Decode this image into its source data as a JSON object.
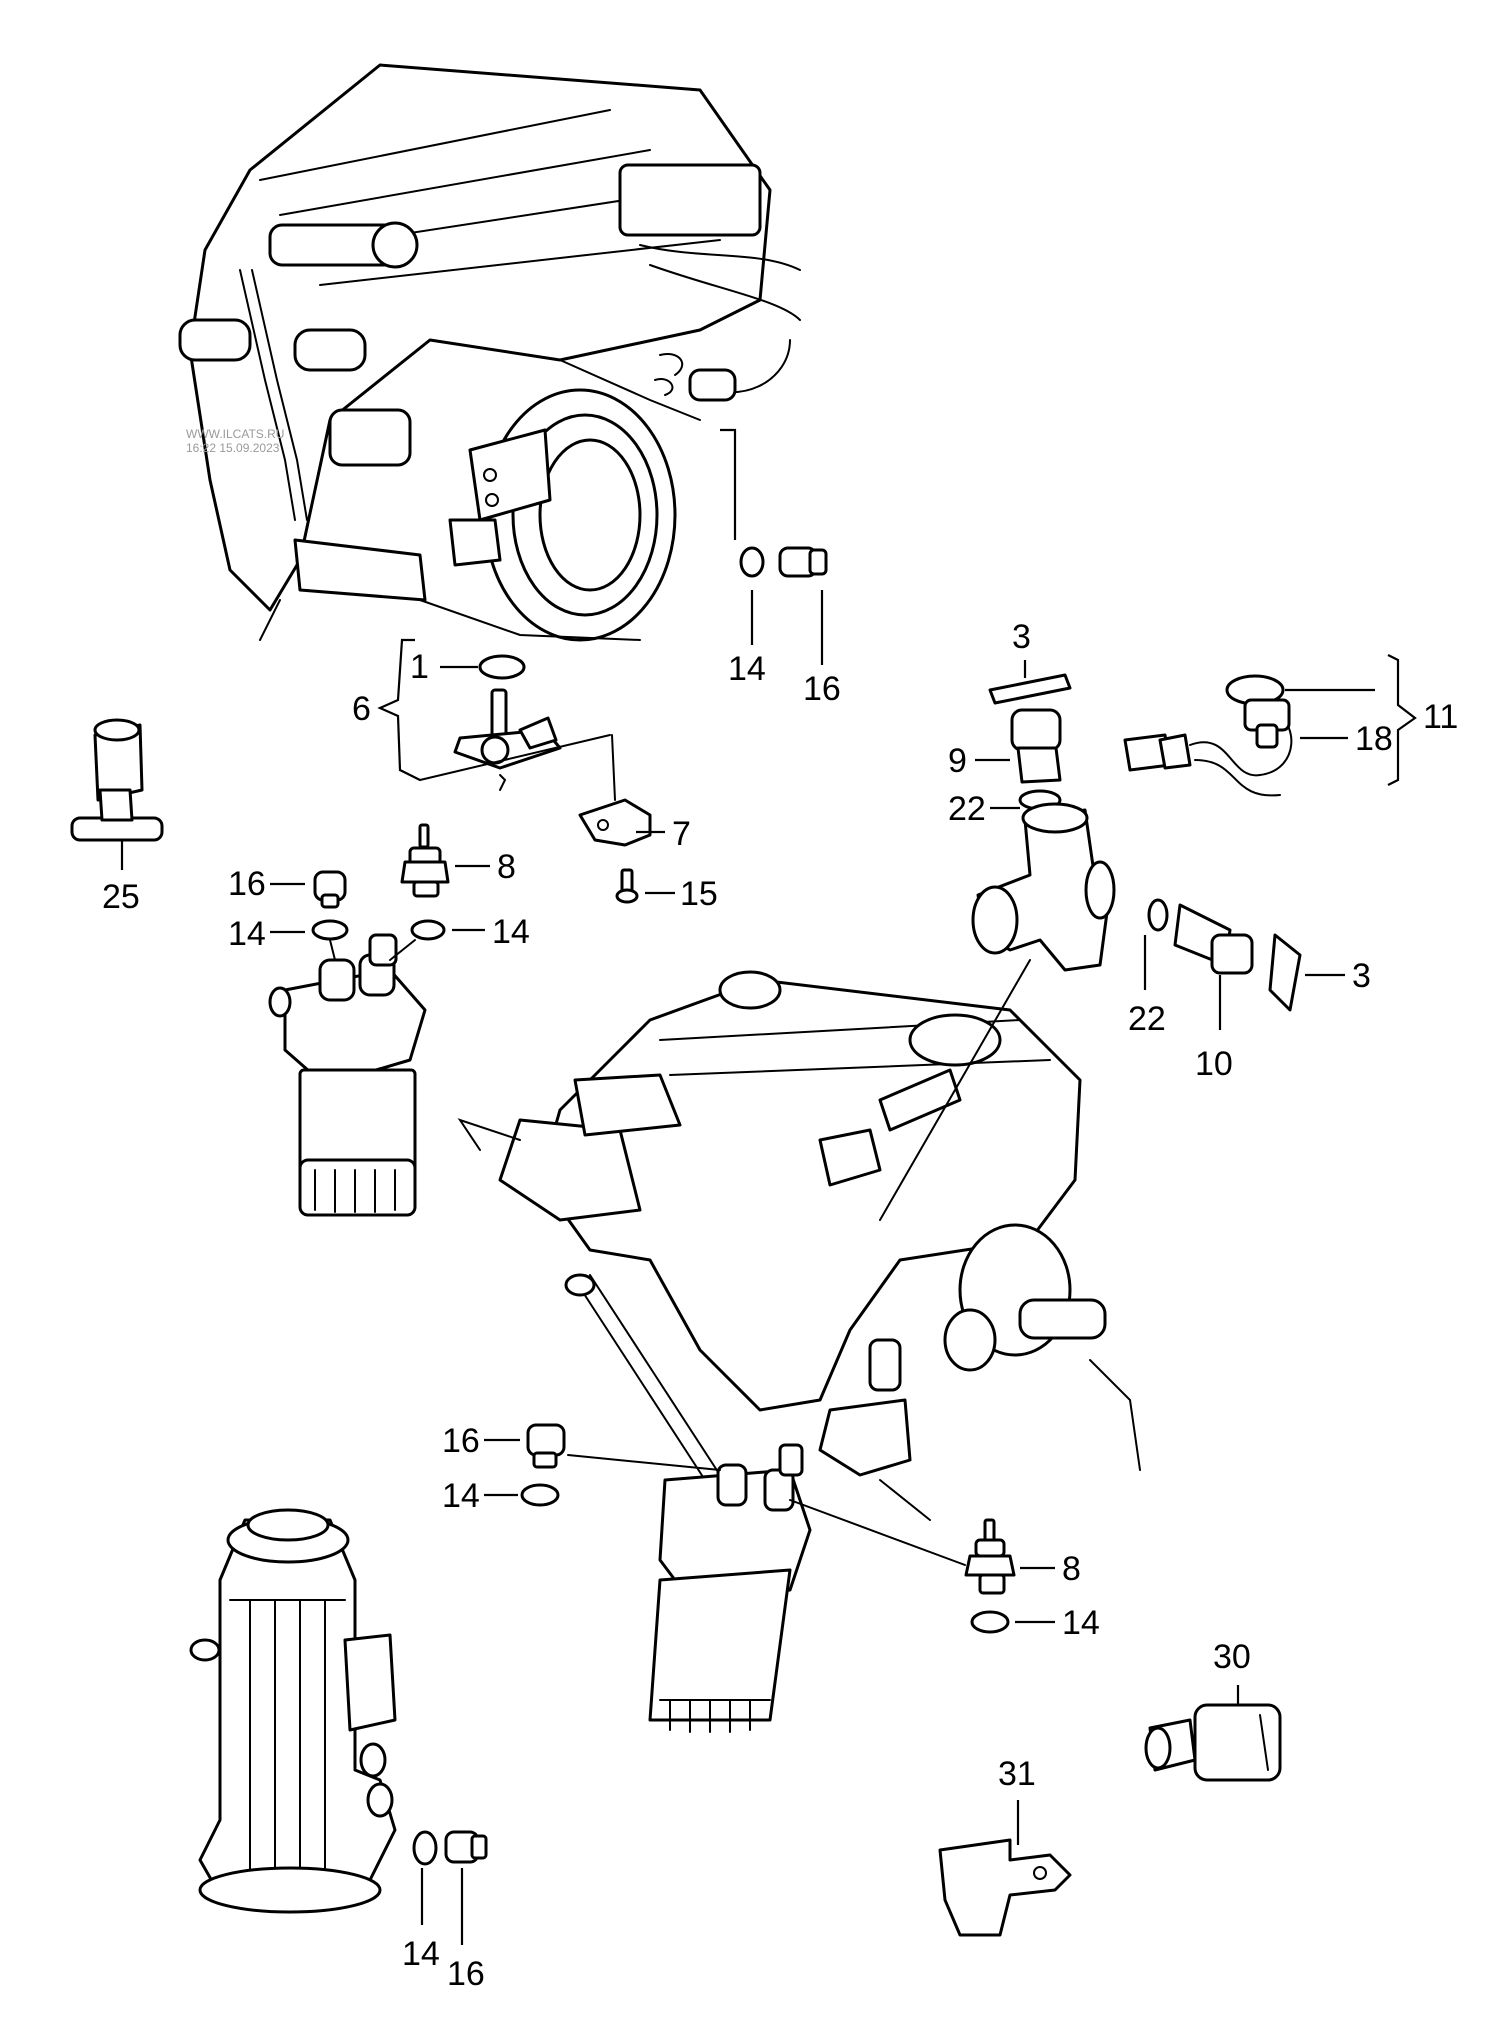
{
  "watermark": {
    "site": "WWW.ILCATS.RU",
    "stamp": "16:22 15.09.2023"
  },
  "callouts": {
    "c1": "1",
    "c3a": "3",
    "c3b": "3",
    "c6": "6",
    "c7": "7",
    "c8a": "8",
    "c8b": "8",
    "c9": "9",
    "c10": "10",
    "c11": "11",
    "c14a": "14",
    "c14b": "14",
    "c14c": "14",
    "c14d": "14",
    "c14e": "14",
    "c15": "15",
    "c16a": "16",
    "c16b": "16",
    "c16c": "16",
    "c16d": "16",
    "c18": "18",
    "c22a": "22",
    "c22b": "22",
    "c25": "25",
    "c30": "30",
    "c31": "31"
  }
}
